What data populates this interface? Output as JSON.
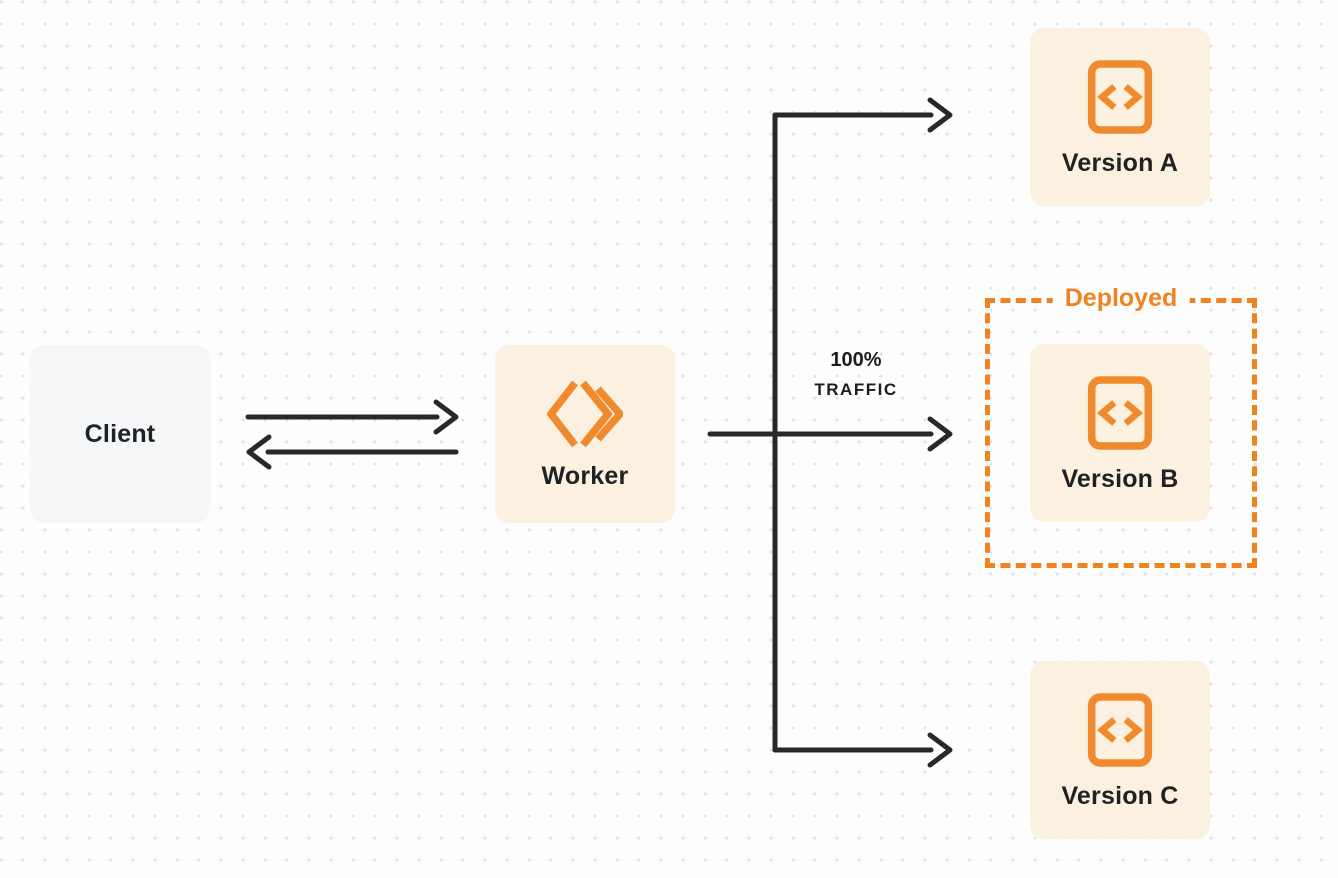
{
  "page": {
    "background": "#FDFDFD",
    "dot_grid_color": "#E3E3E7"
  },
  "colors": {
    "accent_orange": "#F0831F",
    "icon_orange": "#EF8A2E",
    "node_cream": "#FCF0E1",
    "node_gray": "#F5F6F8",
    "arrow_dark": "#26282B",
    "text_dark": "#1F2225"
  },
  "nodes": {
    "client": {
      "label": "Client"
    },
    "worker": {
      "label": "Worker",
      "icon": "worker-double-chevron-icon"
    },
    "versions": [
      {
        "label": "Version A",
        "icon": "code-document-icon"
      },
      {
        "label": "Version B",
        "icon": "code-document-icon",
        "deployed": true
      },
      {
        "label": "Version C",
        "icon": "code-document-icon"
      }
    ]
  },
  "deployed_group": {
    "label": "Deployed",
    "contains": "Version B"
  },
  "traffic_label": {
    "line1": "100%",
    "line2": "TRAFFIC"
  },
  "connectors": [
    {
      "name": "client-to-worker",
      "type": "arrow-right"
    },
    {
      "name": "worker-to-client",
      "type": "arrow-left"
    },
    {
      "name": "worker-to-version-a",
      "type": "arrow-right"
    },
    {
      "name": "worker-to-version-b",
      "type": "arrow-right",
      "label": "100% TRAFFIC"
    },
    {
      "name": "worker-to-version-c",
      "type": "arrow-right"
    }
  ]
}
